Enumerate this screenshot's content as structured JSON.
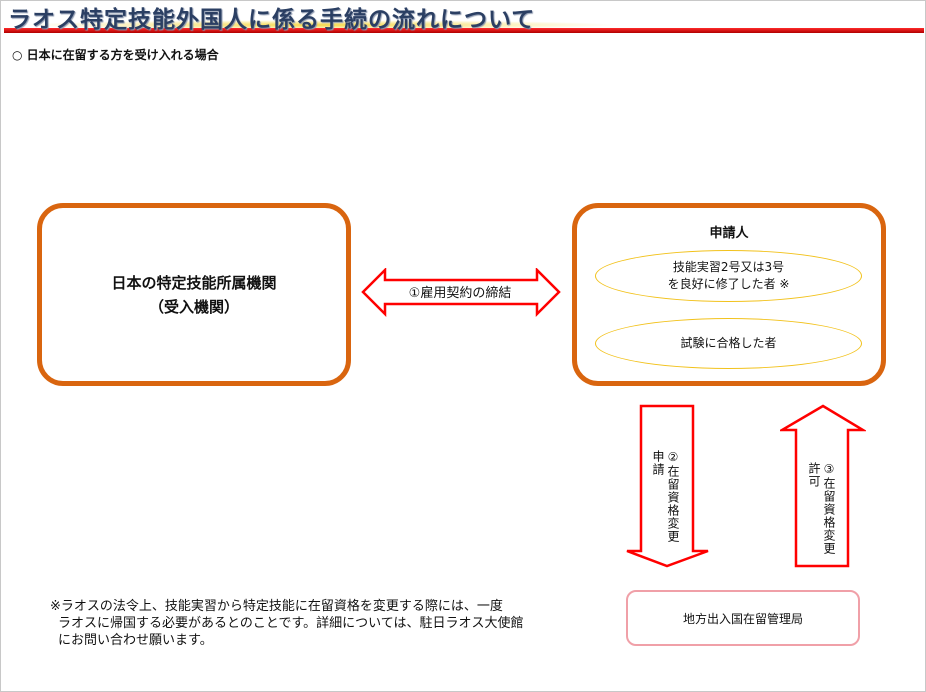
{
  "title": "ラオス特定技能外国人に係る手続の流れについて",
  "subtitle": "○ 日本に在留する方を受け入れる場合",
  "org_box": {
    "line1": "日本の特定技能所属機関",
    "line2": "（受入機関）"
  },
  "contract_arrow": "①雇用契約の締結",
  "applicant_box": {
    "heading": "申請人",
    "option1_line1": "技能実習2号又は3号",
    "option1_line2": "を良好に修了した者 ※",
    "option2": "試験に合格した者"
  },
  "down_arrow": "②在留資格変更申請",
  "up_arrow": "③在留資格変更許可",
  "bureau_box": "地方出入国在留管理局",
  "note": [
    "※ラオスの法令上、技能実習から特定技能に在留資格を変更する際には、一度",
    "ラオスに帰国する必要があるとのことです。詳細については、駐日ラオス大使館",
    "にお問い合わせ願います。"
  ],
  "colors": {
    "orange": "#d9650f",
    "red": "#ff0000",
    "yellow": "#f2c21c",
    "pink": "#f0a0a8"
  }
}
